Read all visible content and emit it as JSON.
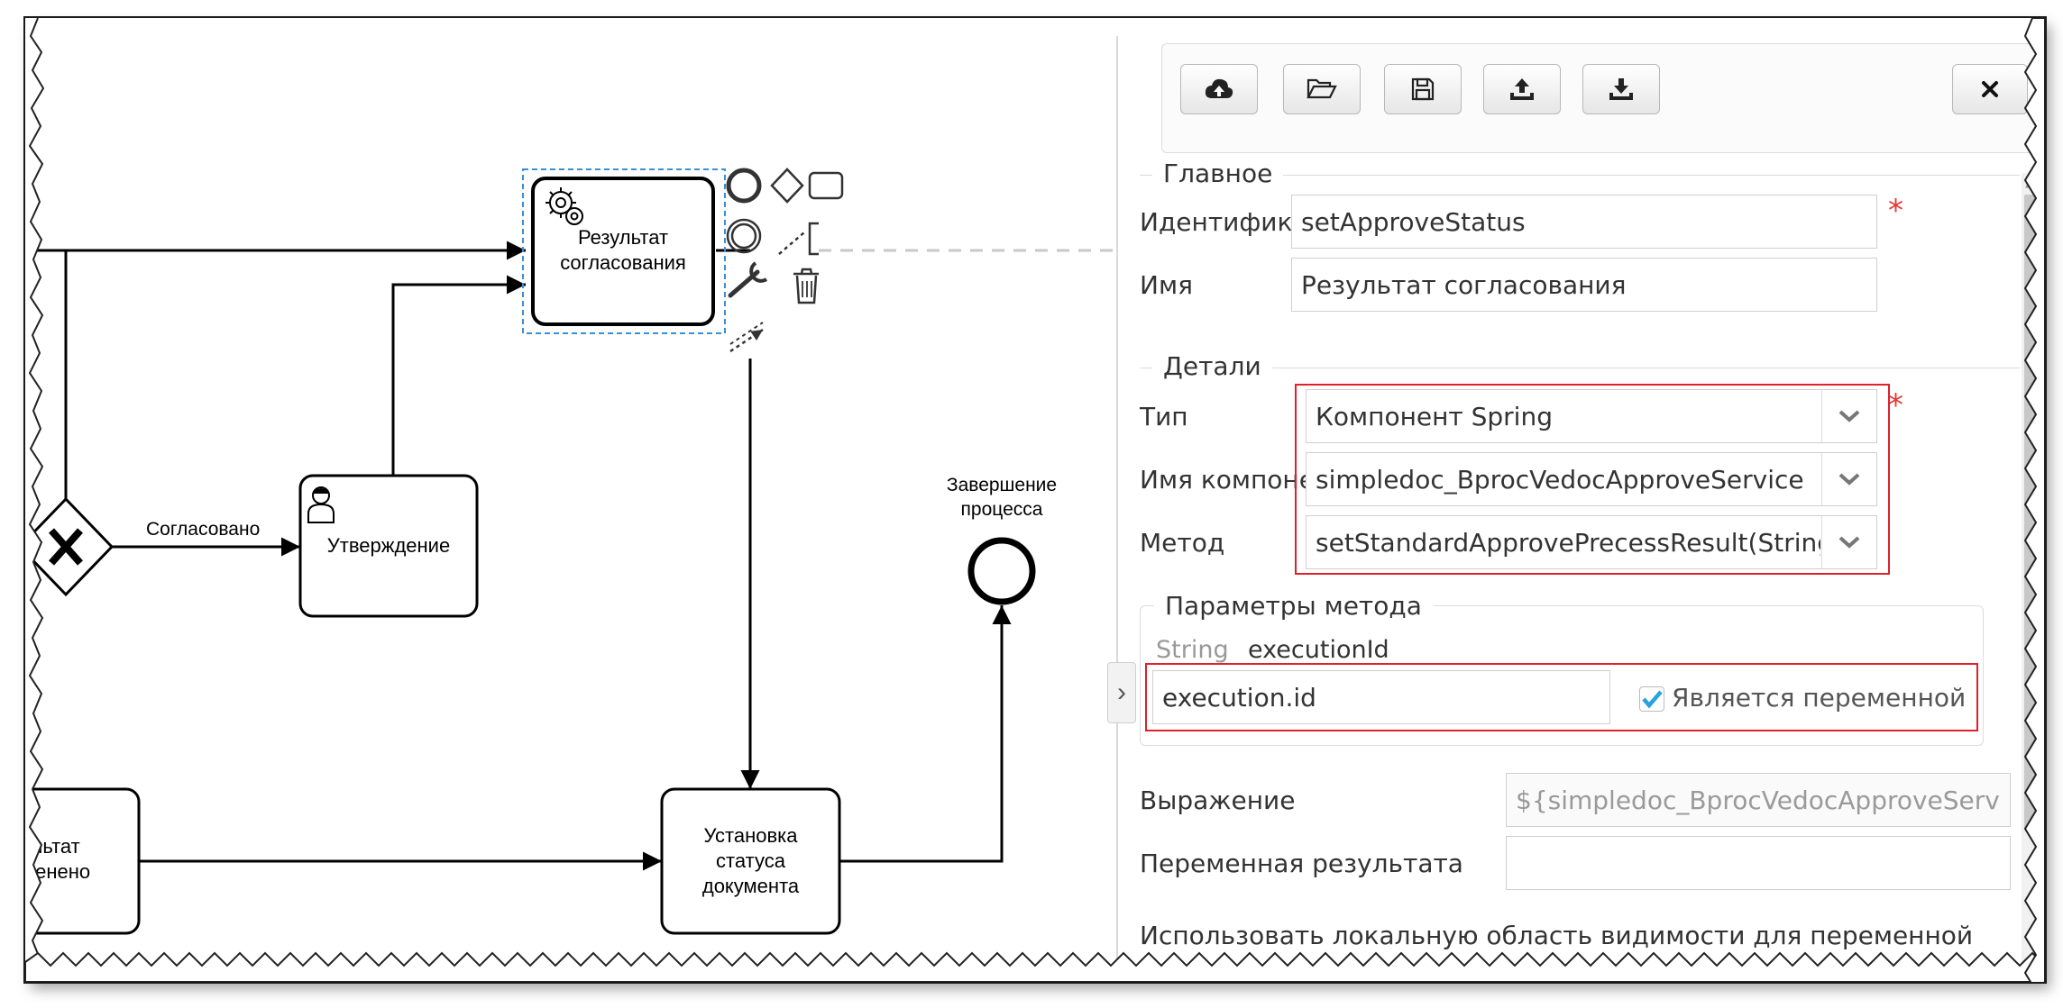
{
  "diagram": {
    "nodes": {
      "result_task": "Результат\nсогласования",
      "approve_task": "Утверждение",
      "status_task": "Установка\nстатуса\nдокумента",
      "left_task": "ультат\nменено",
      "end_event": "Завершение\nпроцесса"
    },
    "flows": {
      "approved": "Согласовано"
    }
  },
  "toolbar": {
    "buttons": [
      {
        "name": "cloud-upload-icon"
      },
      {
        "name": "folder-open-icon"
      },
      {
        "name": "save-icon"
      },
      {
        "name": "upload-icon"
      },
      {
        "name": "download-icon"
      }
    ],
    "close": {
      "name": "close-icon"
    }
  },
  "form": {
    "main": {
      "title": "Главное",
      "id_label": "Идентификатор",
      "id_value": "setApproveStatus",
      "name_label": "Имя",
      "name_value": "Результат согласования"
    },
    "details": {
      "title": "Детали",
      "type_label": "Тип",
      "type_value": "Компонент Spring",
      "component_label": "Имя компонента",
      "component_value": "simpledoc_BprocVedocApproveService",
      "method_label": "Метод",
      "method_value": "setStandardApprovePrecessResult(String"
    },
    "params": {
      "title": "Параметры метода",
      "param_type": "String",
      "param_name": "executionId",
      "param_value": "execution.id",
      "is_variable_label": "Является переменной",
      "is_variable_checked": true
    },
    "expression_label": "Выражение",
    "expression_value": "${simpledoc_BprocVedocApproveServ",
    "result_var_label": "Переменная результата",
    "result_var_value": "",
    "local_scope_label": "Использовать локальную область видимости для переменной"
  },
  "colors": {
    "highlight": "#e0202b",
    "required": "#e53935",
    "checkbox": "#2aa3dd",
    "selection": "#3a8fd6"
  }
}
